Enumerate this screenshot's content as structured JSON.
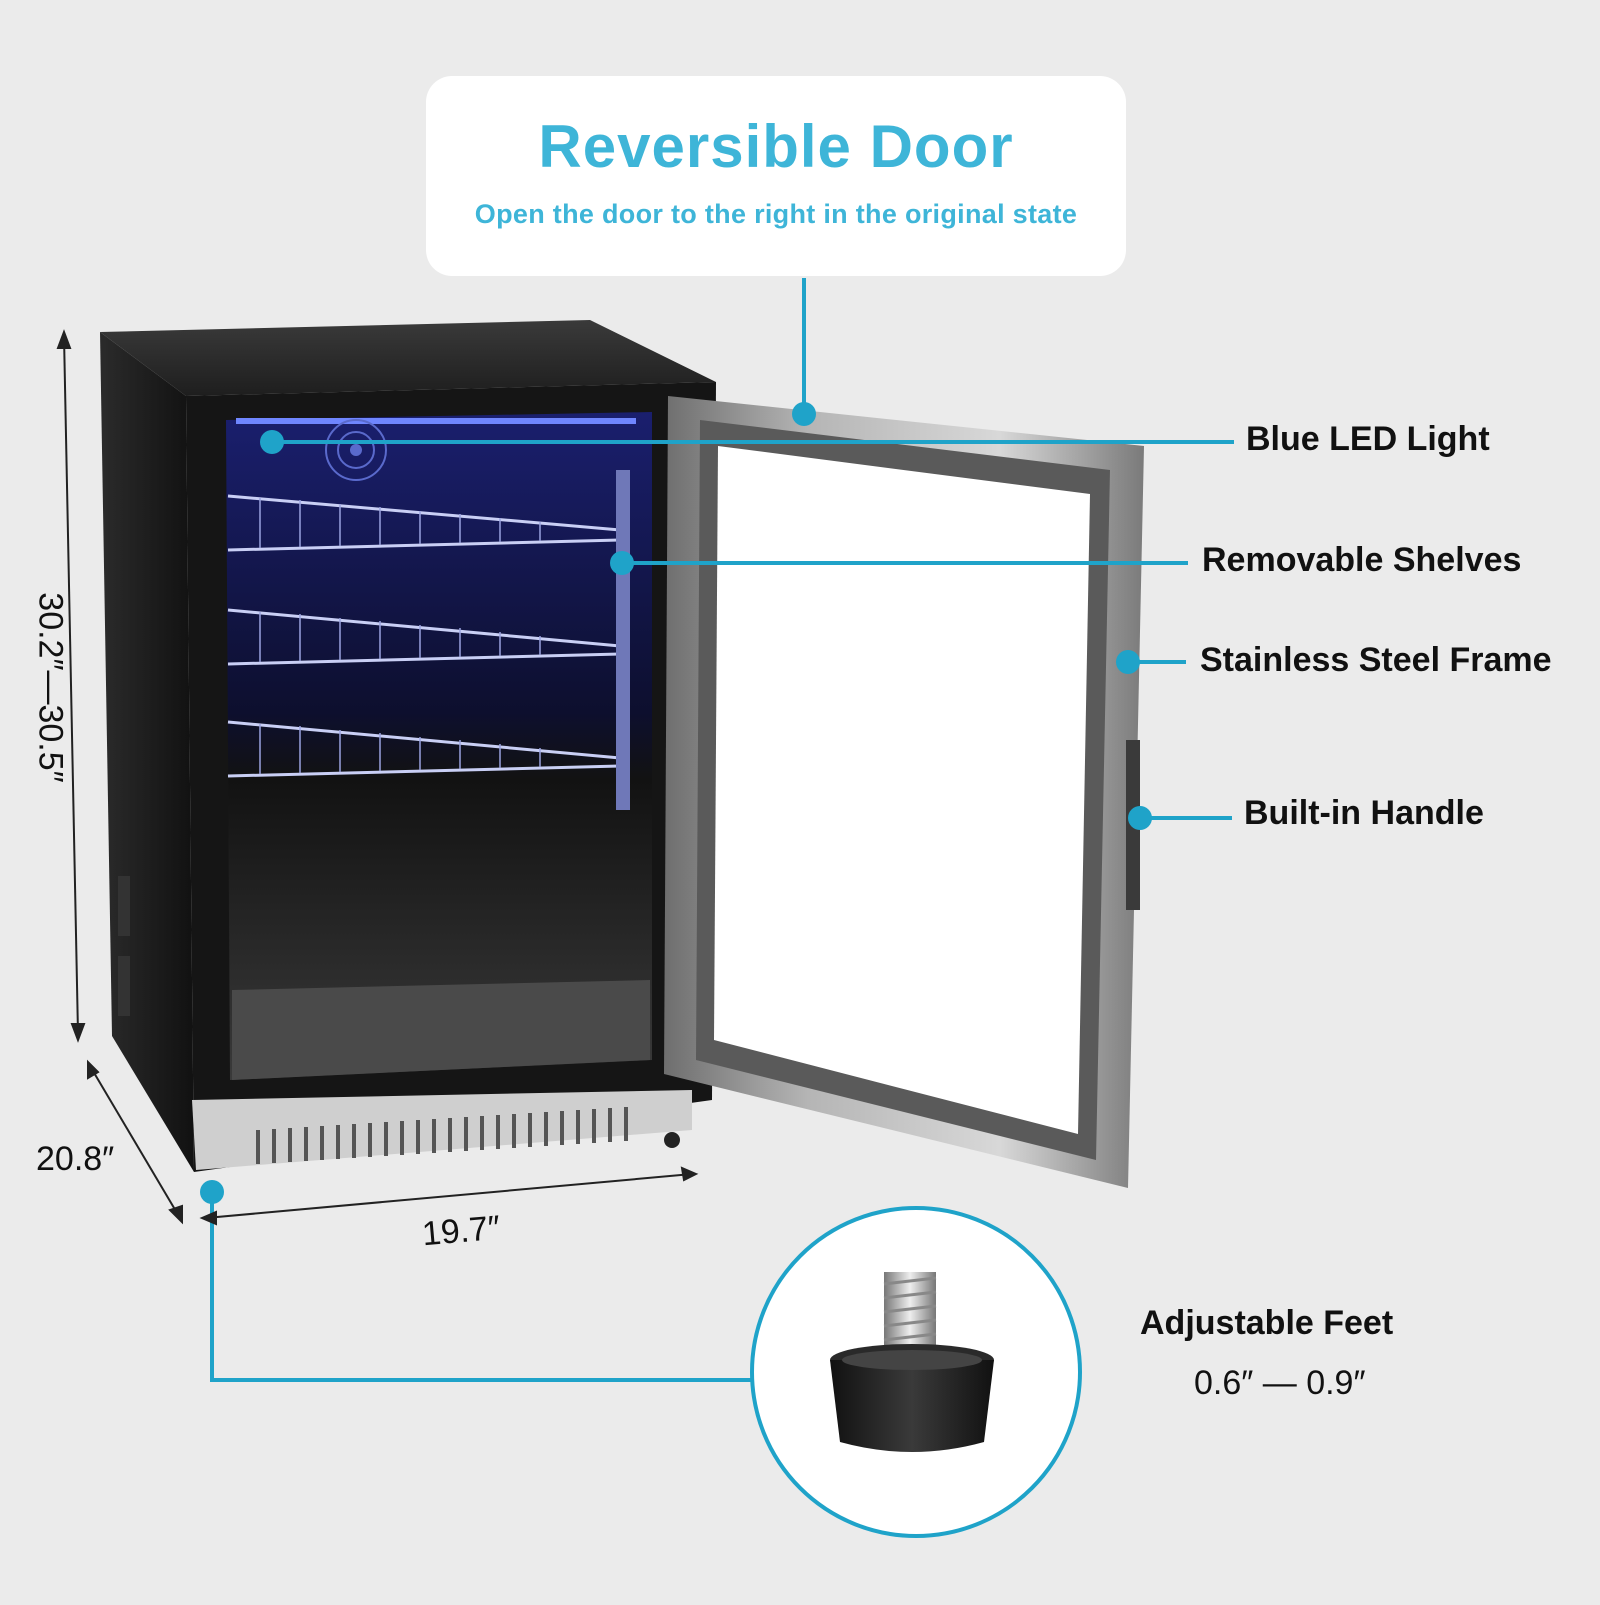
{
  "header": {
    "title": "Reversible Door",
    "subtitle": "Open the door to the right in the original state"
  },
  "callouts": [
    {
      "label": "Blue LED Light"
    },
    {
      "label": "Removable Shelves"
    },
    {
      "label": "Stainless Steel Frame"
    },
    {
      "label": "Built-in Handle"
    }
  ],
  "dimensions": {
    "height": "30.2″—30.5″",
    "depth": "20.8″",
    "width": "19.7″"
  },
  "feet": {
    "label": "Adjustable Feet",
    "range": "0.6″ — 0.9″"
  },
  "colors": {
    "accent": "#1fa3c9",
    "title": "#3eb5d8",
    "background": "#ebebeb",
    "led": "#4a6bff"
  }
}
